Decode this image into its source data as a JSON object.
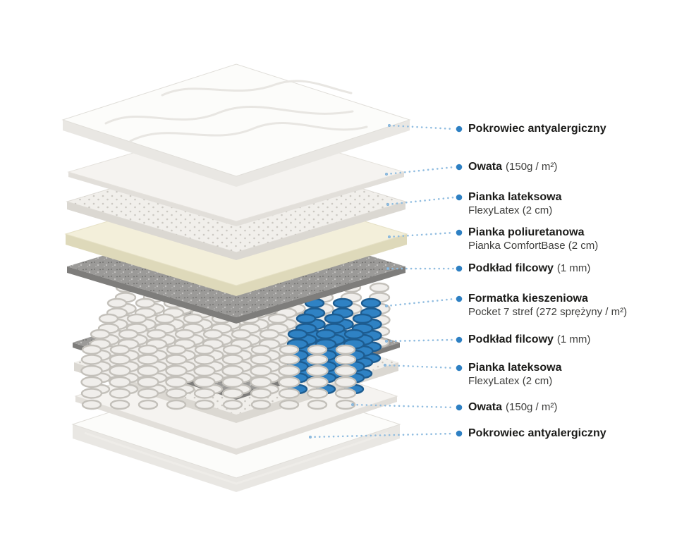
{
  "diagram": {
    "accent_color": "#2e80c3",
    "leader_line_color": "#8fbce0",
    "labels": [
      {
        "title": "Pokrowiec antyalergiczny",
        "title_suffix": "",
        "subtitle": ""
      },
      {
        "title": "Owata",
        "title_suffix": "(150g / m²)",
        "subtitle": ""
      },
      {
        "title": "Pianka lateksowa",
        "title_suffix": "",
        "subtitle": "FlexyLatex (2 cm)"
      },
      {
        "title": "Pianka poliuretanowa",
        "title_suffix": "",
        "subtitle": "Pianka ComfortBase (2 cm)"
      },
      {
        "title": "Podkład filcowy",
        "title_suffix": "(1 mm)",
        "subtitle": ""
      },
      {
        "title": "Formatka kieszeniowa",
        "title_suffix": "",
        "subtitle": "Pocket 7 stref (272 sprężyny / m²)"
      },
      {
        "title": "Podkład filcowy",
        "title_suffix": "(1 mm)",
        "subtitle": ""
      },
      {
        "title": "Pianka lateksowa",
        "title_suffix": "",
        "subtitle": "FlexyLatex (2 cm)"
      },
      {
        "title": "Owata",
        "title_suffix": "(150g / m²)",
        "subtitle": ""
      },
      {
        "title": "Pokrowiec antyalergiczny",
        "title_suffix": "",
        "subtitle": ""
      }
    ]
  }
}
